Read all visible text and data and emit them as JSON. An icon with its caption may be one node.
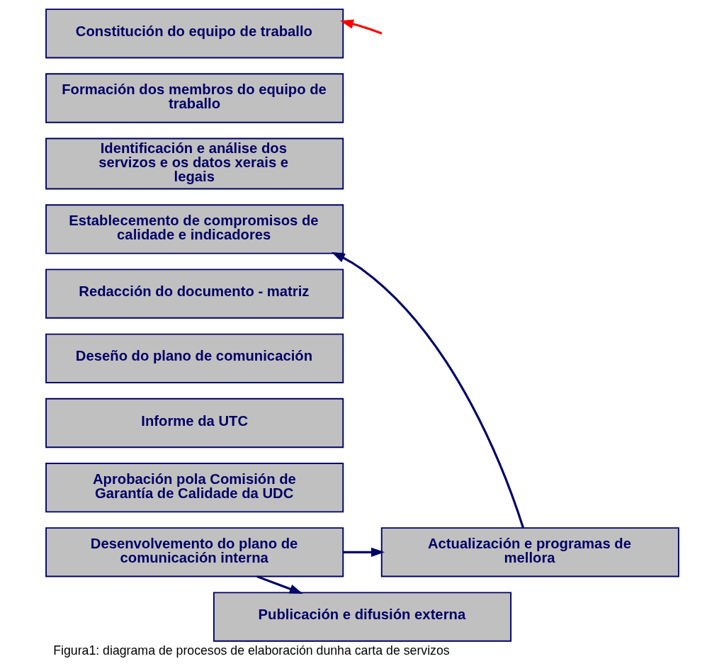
{
  "diagram": {
    "caption": "Figura1: diagrama de procesos de elaboración dunha carta de servizos",
    "nodes": [
      {
        "text": [
          "Constitución do equipo de traballo"
        ]
      },
      {
        "text": [
          "Formación dos membros do equipo de traballo"
        ]
      },
      {
        "text": [
          "Identificación e análise dos servizos e os datos xerais e legais"
        ]
      },
      {
        "text": [
          "Establecemento de compromisos de calidade e indicadores"
        ]
      },
      {
        "text": [
          "Redacción do documento - matriz"
        ]
      },
      {
        "text": [
          "Deseño do plano de comunicación"
        ]
      },
      {
        "text": [
          "Informe da UTC"
        ]
      },
      {
        "text": [
          "Aprobación pola Comisión de Garantía de Calidade da UDC"
        ]
      },
      {
        "text": [
          "Desenvolvemento do plano de comunicación interna"
        ]
      },
      {
        "text": [
          "Actualización e programas de mellora"
        ]
      },
      {
        "text": [
          "Publicación e difusión externa"
        ]
      }
    ],
    "edges": [
      {
        "from": null,
        "to": 0,
        "arrow": "to",
        "color": "#ff0000"
      },
      {
        "from": 8,
        "to": 9,
        "arrow": "to"
      },
      {
        "from": 8,
        "to": 10,
        "arrow": "to"
      },
      {
        "from": 9,
        "to": 3,
        "arrow": "to"
      }
    ]
  }
}
